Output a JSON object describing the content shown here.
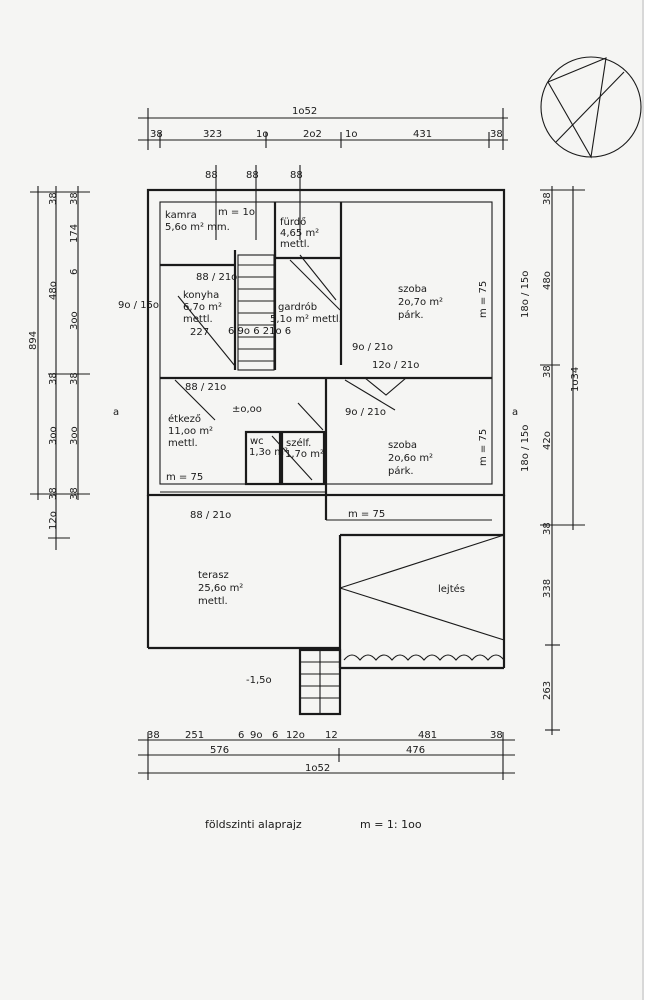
{
  "title": "földszinti alaprajz",
  "scale": "m = 1: 1oo",
  "rooms": {
    "kamra": {
      "name": "kamra",
      "area": "5,6o m² mm."
    },
    "furdo": {
      "name": "fürdő",
      "area": "4,65 m²",
      "floor": "mettl."
    },
    "konyha": {
      "name": "konyha",
      "area": "6,7o m²",
      "floor": "mettl.",
      "extra": "227"
    },
    "gardrob": {
      "name": "gardrób",
      "area": "5,1o m² mettl."
    },
    "szoba1": {
      "name": "szoba",
      "area": "2o,7o m²",
      "floor": "párk."
    },
    "etkezo": {
      "name": "étkező",
      "area": "11,oo m²",
      "floor": "mettl."
    },
    "wc": {
      "name": "wc",
      "area": "1,3o m²"
    },
    "szelf": {
      "name": "szélf.",
      "area": "1,7o m²"
    },
    "szoba2": {
      "name": "szoba",
      "area": "2o,6o m²",
      "floor": "párk."
    },
    "terasz": {
      "name": "terasz",
      "area": "25,6o m²",
      "floor": "mettl."
    },
    "lejtes": {
      "name": "lejtés"
    }
  },
  "levels": {
    "floor": "±o,oo",
    "outside": "-1,5o"
  },
  "annotations": {
    "m75a": "m = 75",
    "m75b": "m = 75",
    "m75c": "m = 75",
    "m75d": "m = 75",
    "m_kamra": "m = 1o",
    "door88a": "88 / 21o",
    "door88b": "88 / 21o",
    "door88c": "88 / 21o",
    "door9o": "9o / 21o",
    "door9o2": "9o / 21o",
    "door12o": "12o / 21o",
    "win18o": "18o / 15o",
    "win18o2": "18o / 15o",
    "win9o": "9o / 15o",
    "stair": "6  9o  6   21o   6",
    "sec_a": "a",
    "sec_a2": "a"
  },
  "dims_top": {
    "total": "1o52",
    "parts": [
      "38",
      "323",
      "1o",
      "2o2",
      "1o",
      "431",
      "38"
    ],
    "windows": [
      "88",
      "88",
      "88"
    ]
  },
  "dims_bottom": {
    "row1": [
      "38",
      "251",
      "6",
      "9o",
      "6",
      "12o",
      "12",
      "481",
      "38"
    ],
    "row2": [
      "576",
      "476"
    ],
    "total": "1o52"
  },
  "dims_left": {
    "total": "894",
    "outer": [
      "38",
      "48o",
      "38",
      "3oo",
      "38"
    ],
    "inner": [
      "38",
      "174",
      "6",
      "3oo",
      "38",
      "3oo",
      "38"
    ],
    "below": "12o"
  },
  "dims_right": {
    "total": "1o34",
    "parts": [
      "38",
      "48o",
      "38",
      "42o",
      "38",
      "338",
      "263"
    ]
  }
}
